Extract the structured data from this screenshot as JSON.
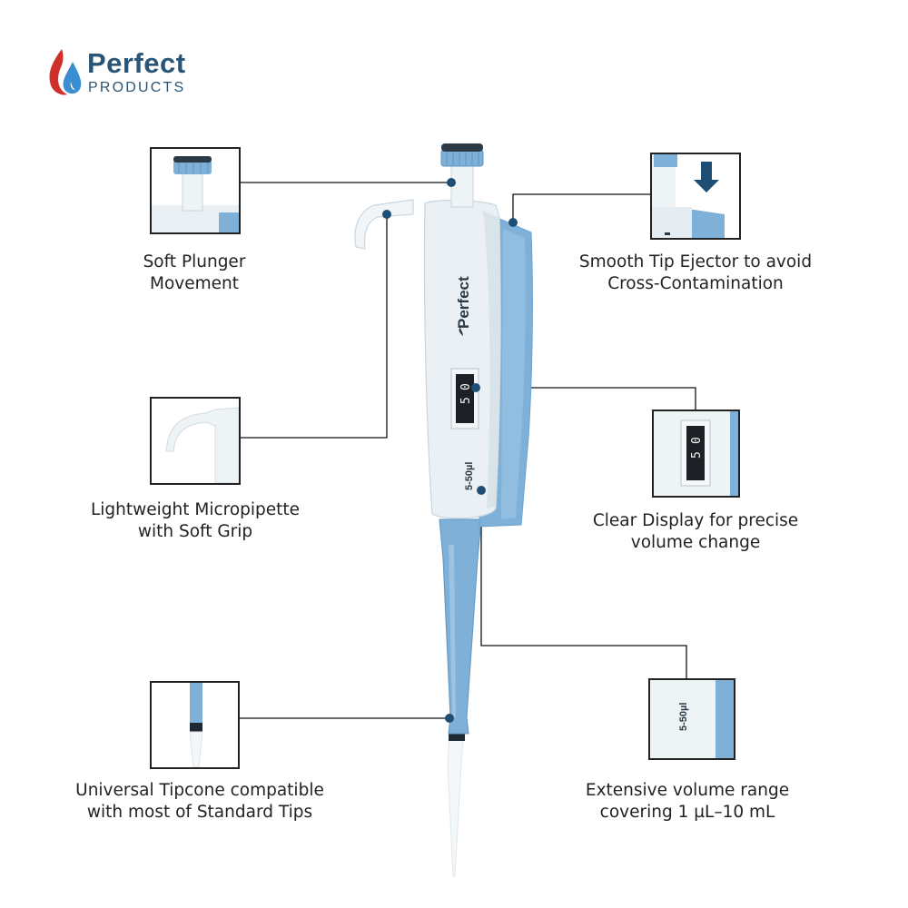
{
  "brand": {
    "name": "Perfect",
    "tagline": "PRODUCTS",
    "colors": {
      "blue": "#2a5576",
      "flame_red": "#d0302a",
      "drop_blue": "#3b8fd0"
    }
  },
  "pipette": {
    "body_brand": "Perfect",
    "display_digit_1": "5",
    "display_digit_2": "0",
    "volume_label": "5-50µl",
    "colors": {
      "body": "#e9f0f5",
      "accent": "#7fb1d8",
      "tip": "#f4f7f9"
    }
  },
  "features": {
    "plunger": {
      "line1": "Soft Plunger",
      "line2": "Movement"
    },
    "ejector": {
      "line1": "Smooth Tip Ejector to avoid",
      "line2": "Cross-Contamination"
    },
    "grip": {
      "line1": "Lightweight Micropipette",
      "line2": "with Soft Grip"
    },
    "display": {
      "line1": "Clear Display for precise",
      "line2": "volume change"
    },
    "tipcone": {
      "line1": "Universal Tipcone compatible",
      "line2": "with most of Standard Tips"
    },
    "range": {
      "line1": "Extensive volume range",
      "line2": "covering 1 µL–10 mL"
    }
  },
  "thumbs": {
    "display_digit_1": "5",
    "display_digit_2": "0",
    "volume_label": "5-50µl"
  }
}
